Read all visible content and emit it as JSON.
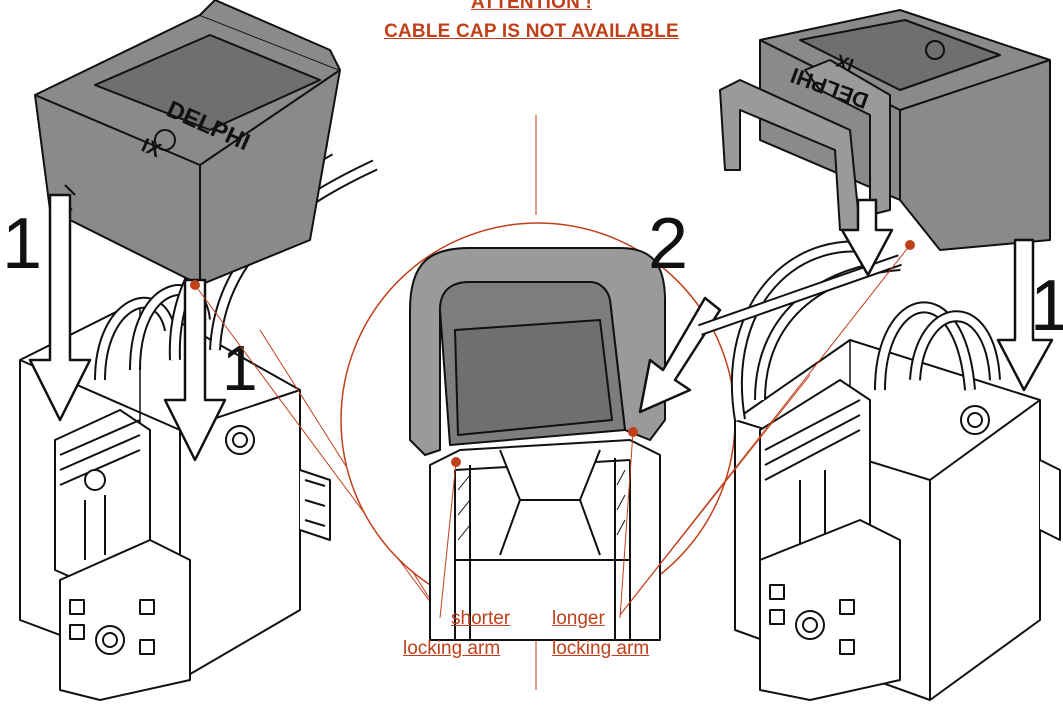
{
  "header": {
    "line1": "ATTENTION !",
    "line2": "CABLE CAP IS NOT AVAILABLE"
  },
  "steps": {
    "left_big": "1",
    "left_small": "1",
    "middle": "2",
    "right": "1"
  },
  "labels": {
    "shorter_line1": "shorter",
    "shorter_line2": "locking arm",
    "longer_line1": "longer",
    "longer_line2": "locking arm"
  },
  "cap_marking": {
    "brand": "DELPHI",
    "roman": "IX"
  },
  "colors": {
    "accent": "#c0401a",
    "cap_gray": "#8a8a8a",
    "line": "#111111"
  }
}
